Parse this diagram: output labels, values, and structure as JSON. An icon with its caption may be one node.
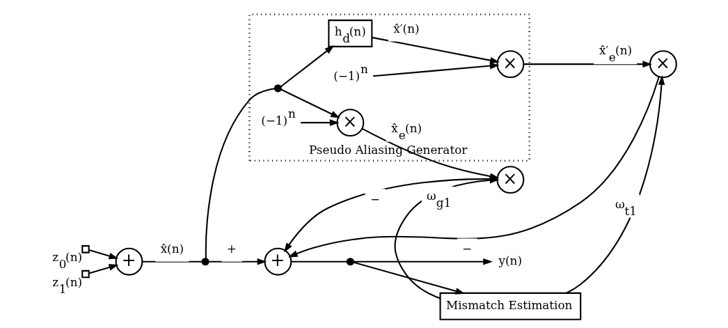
{
  "diagram": {
    "nodes": [
      {
        "text": [],
        "shape": "box",
        "beside": [
          "z$_{0}$(n)"
        ]
      },
      {
        "text": [],
        "shape": "box",
        "beside": [
          "z$_{1}$(n)"
        ]
      },
      {
        "text": [
          "+"
        ]
      },
      {
        "text": [],
        "shape": "circle"
      },
      {
        "text": [
          "Pseudo Aliasing Generator"
        ]
      },
      {
        "text": [],
        "shape": "circle",
        "in": 4
      },
      {
        "text": [
          "(−1)$^{n}$"
        ],
        "in": 4
      },
      {
        "text": [
          "×"
        ],
        "in": 4
      },
      {
        "text": [
          "h$_{d}$(n)"
        ],
        "in": 4
      },
      {
        "text": [
          "(−1)$^{n}$"
        ],
        "in": 4
      },
      {
        "text": [
          "×"
        ],
        "in": 4
      },
      {
        "text": [
          "×"
        ]
      },
      {
        "text": [
          "×"
        ]
      },
      {
        "text": [
          "+"
        ]
      },
      {
        "text": [],
        "shape": "circle"
      },
      {
        "text": [
          "y(n)"
        ]
      },
      {
        "text": [
          "Mismatch Estimation"
        ]
      }
    ],
    "edges": [
      {
        "from": 0,
        "to": 2,
        "arrow": "to"
      },
      {
        "from": 1,
        "to": 2,
        "arrow": "to"
      },
      {
        "from": 2,
        "to": 3,
        "arrow": "none",
        "label": "x̂(n)"
      },
      {
        "from": 3,
        "to": 13,
        "arrow": "to",
        "label": "+"
      },
      {
        "from": 3,
        "to": 5,
        "arrow": "none"
      },
      {
        "from": 5,
        "to": 7,
        "arrow": "to"
      },
      {
        "from": 5,
        "to": 8,
        "arrow": "to"
      },
      {
        "from": 6,
        "to": 7,
        "arrow": "to"
      },
      {
        "from": 7,
        "to": 11,
        "arrow": "to",
        "label": "x̂$_{e}$(n)"
      },
      {
        "from": 8,
        "to": 10,
        "arrow": "to",
        "label": "x̂′(n)"
      },
      {
        "from": 9,
        "to": 10,
        "arrow": "to"
      },
      {
        "from": 10,
        "to": 12,
        "arrow": "to",
        "label": "x̂′$_{e}$(n)"
      },
      {
        "from": 16,
        "to": 11,
        "arrow": "to",
        "label": "ω$_{g1}$"
      },
      {
        "from": 16,
        "to": 12,
        "arrow": "to",
        "label": "ω$_{t1}$"
      },
      {
        "from": 11,
        "to": 13,
        "arrow": "to",
        "label": "−"
      },
      {
        "from": 12,
        "to": 13,
        "arrow": "to",
        "label": "−"
      },
      {
        "from": 13,
        "to": 14,
        "arrow": "none"
      },
      {
        "from": 14,
        "to": 15,
        "arrow": "to"
      },
      {
        "from": 14,
        "to": 16,
        "arrow": "to"
      }
    ]
  }
}
